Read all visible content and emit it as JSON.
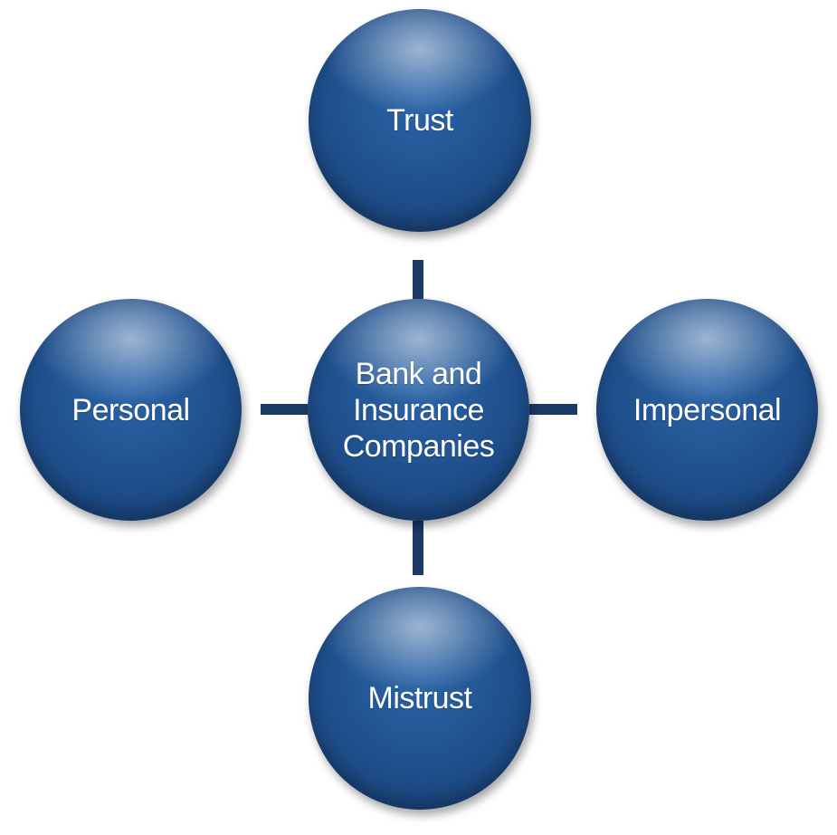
{
  "diagram": {
    "center": {
      "label": "Bank and\nInsurance\nCompanies"
    },
    "top": {
      "label": "Trust"
    },
    "bottom": {
      "label": "Mistrust"
    },
    "left": {
      "label": "Personal"
    },
    "right": {
      "label": "Impersonal"
    }
  },
  "colors": {
    "node_fill": "#1f4f8c",
    "connector": "#1b3a66",
    "text": "#ffffff"
  }
}
